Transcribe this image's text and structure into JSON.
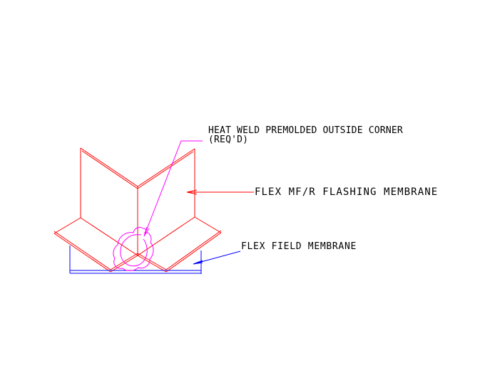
{
  "drawing": {
    "description": "Isometric outside corner flashing detail",
    "colors": {
      "flashing_membrane": "#ff0000",
      "premolded_corner": "#ff00ff",
      "field_membrane": "#0000ff"
    },
    "annotations": {
      "premolded_corner": {
        "line1": "HEAT WELD PREMOLDED OUTSIDE CORNER",
        "line2": "(REQ'D)"
      },
      "flashing_membrane": {
        "label": "FLEX MF/R FLASHING MEMBRANE"
      },
      "field_membrane": {
        "label": "FLEX FIELD MEMBRANE"
      }
    }
  }
}
